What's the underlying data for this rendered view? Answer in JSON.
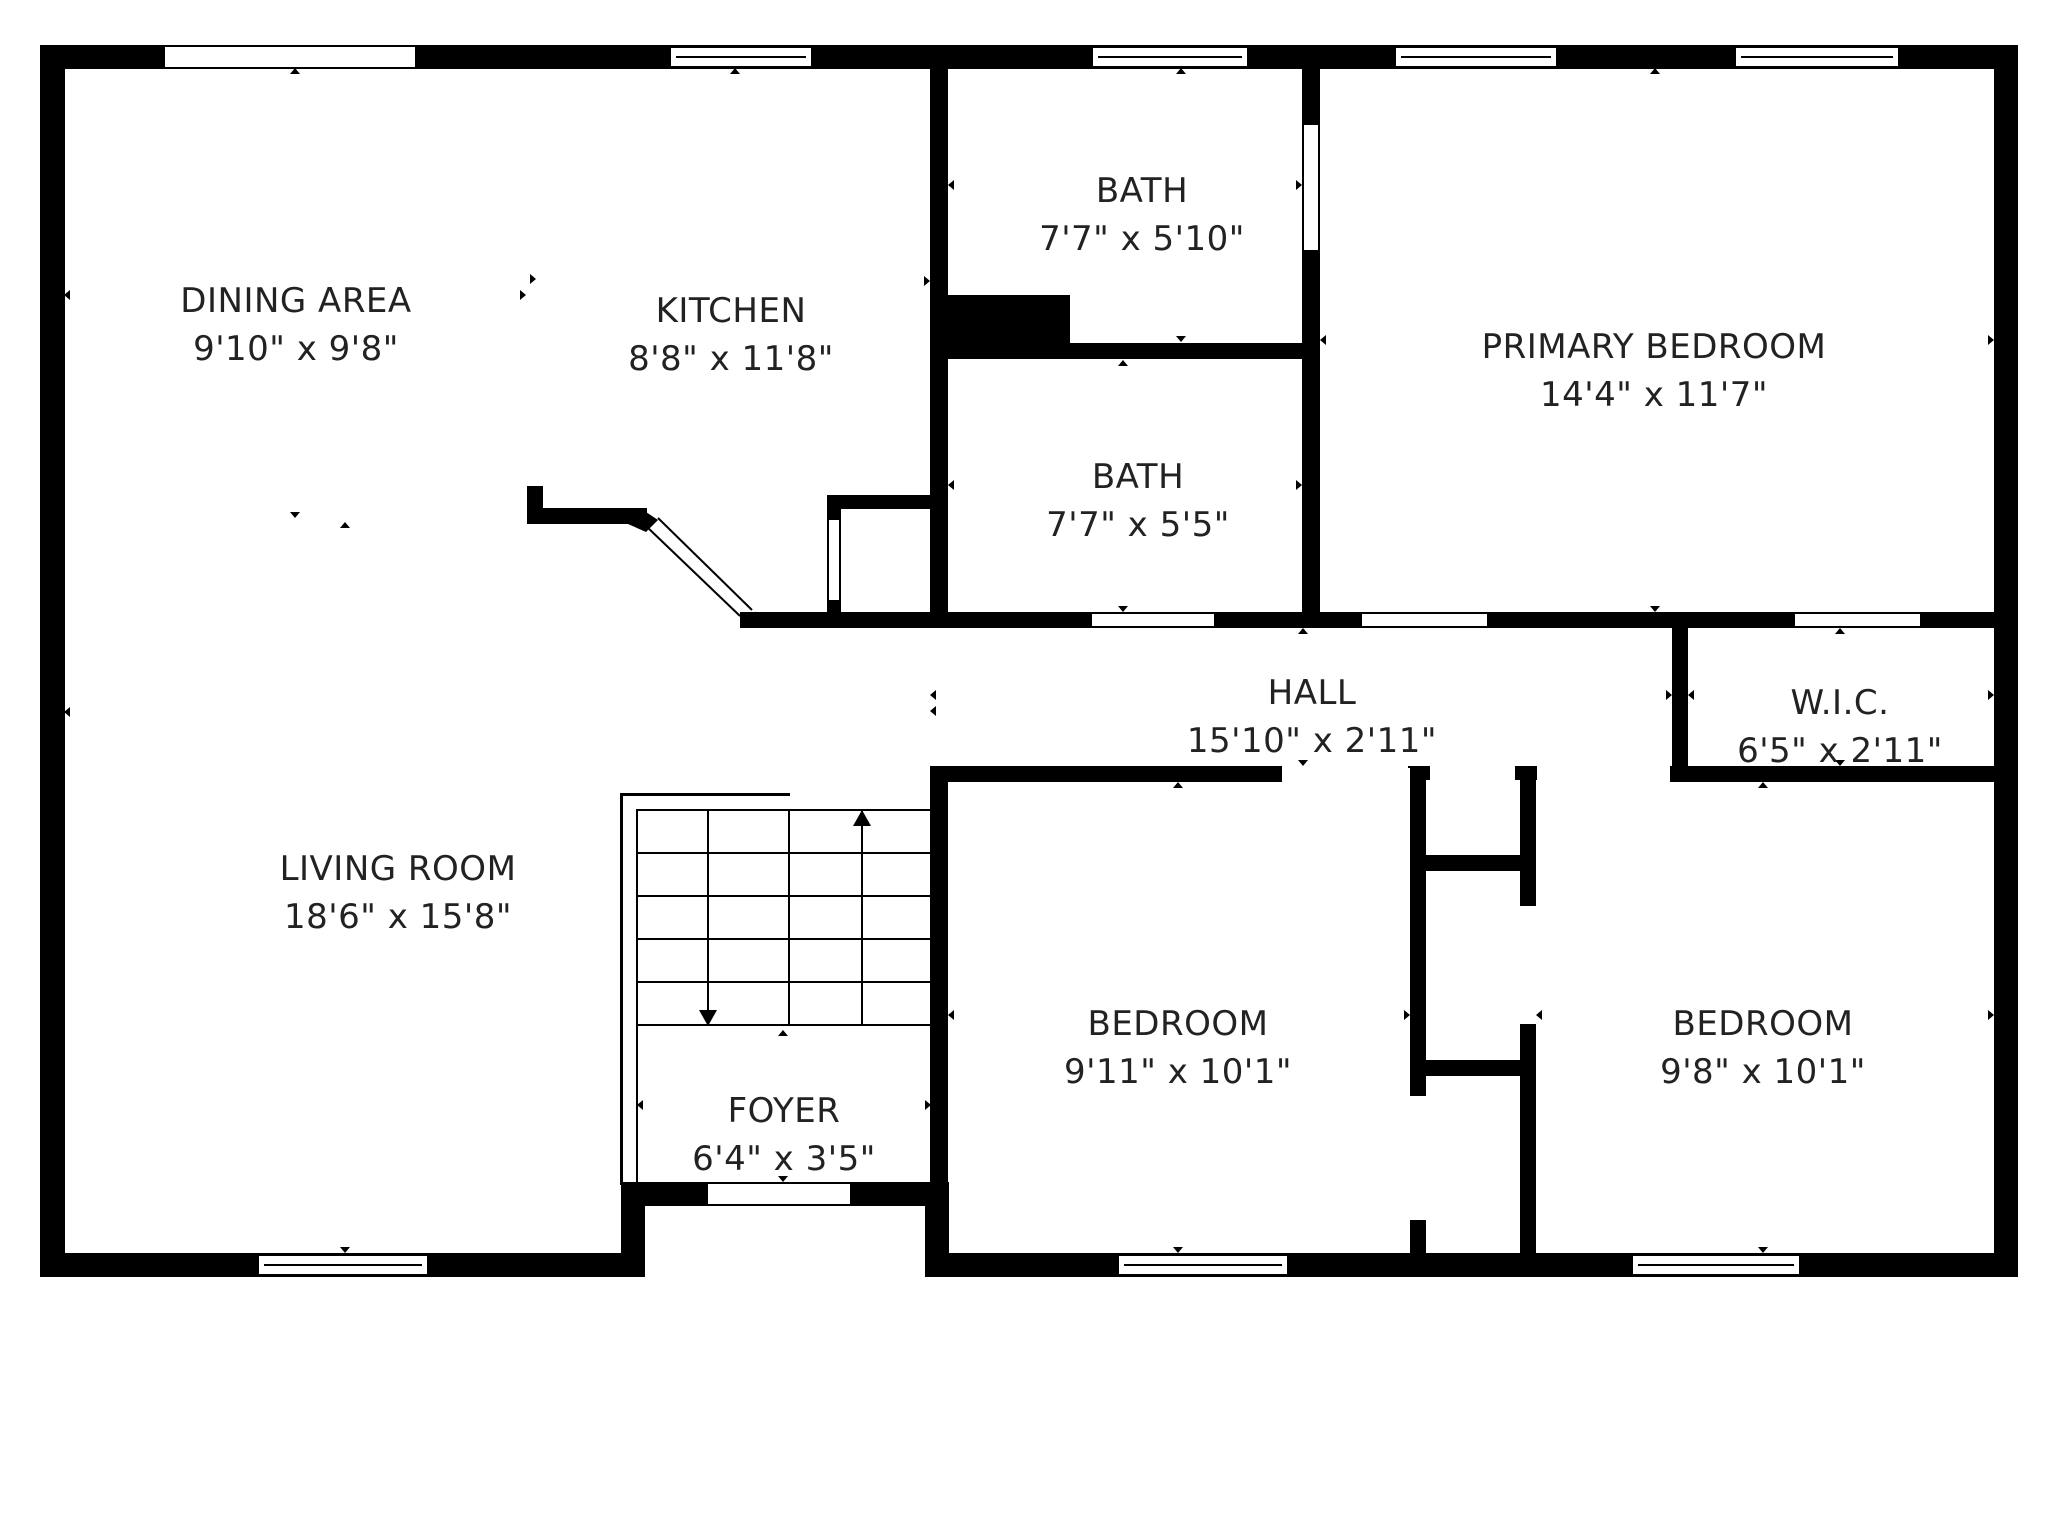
{
  "colors": {
    "wall": "#000000",
    "background": "#ffffff",
    "text": "#222222"
  },
  "rooms": [
    {
      "key": "dining",
      "name": "DINING AREA",
      "dims": "9'10\" x 9'8\""
    },
    {
      "key": "kitchen",
      "name": "KITCHEN",
      "dims": "8'8\" x 11'8\""
    },
    {
      "key": "bath1",
      "name": "BATH",
      "dims": "7'7\" x 5'10\""
    },
    {
      "key": "primary",
      "name": "PRIMARY BEDROOM",
      "dims": "14'4\" x 11'7\""
    },
    {
      "key": "bath2",
      "name": "BATH",
      "dims": "7'7\" x 5'5\""
    },
    {
      "key": "hall",
      "name": "HALL",
      "dims": "15'10\" x 2'11\""
    },
    {
      "key": "wic",
      "name": "W.I.C.",
      "dims": "6'5\" x 2'11\""
    },
    {
      "key": "living",
      "name": "LIVING ROOM",
      "dims": "18'6\" x 15'8\""
    },
    {
      "key": "bedroom1",
      "name": "BEDROOM",
      "dims": "9'11\" x 10'1\""
    },
    {
      "key": "bedroom2",
      "name": "BEDROOM",
      "dims": "9'8\" x 10'1\""
    },
    {
      "key": "foyer",
      "name": "FOYER",
      "dims": "6'4\" x 3'5\""
    }
  ]
}
